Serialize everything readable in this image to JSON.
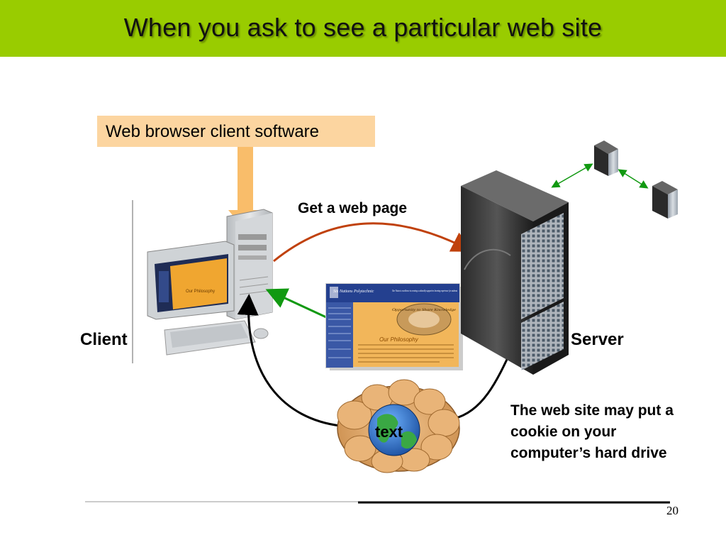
{
  "slide": {
    "title": "When you ask to see a particular web site",
    "page_number": "20"
  },
  "callout": {
    "text": "Web browser client software"
  },
  "labels": {
    "client": "Client",
    "server": "Server",
    "request": "Get a web page",
    "cookie_note": "The web site may put a cookie on your computer’s hard drive",
    "cookie_text": "text"
  },
  "web_page_thumbnail": {
    "site_name": "Six Nations Polytechnic",
    "tagline": "Our Vision is excellence in creating a culturally supportive learning experience for students",
    "heading": "Our Philosophy",
    "seal_text": "Opportunity to Share Knowledge"
  },
  "colors": {
    "title_bar": "#99cc00",
    "callout_bg": "#fcd5a0",
    "callout_arrow": "#f9bd6a",
    "request_arrow": "#c0410c",
    "response_arrow": "#119911",
    "cookie_arrow": "#000000"
  },
  "icons": [
    "desktop-computer-icon",
    "server-tower-icon",
    "small-server-icon",
    "cookie-icon",
    "globe-icon"
  ]
}
